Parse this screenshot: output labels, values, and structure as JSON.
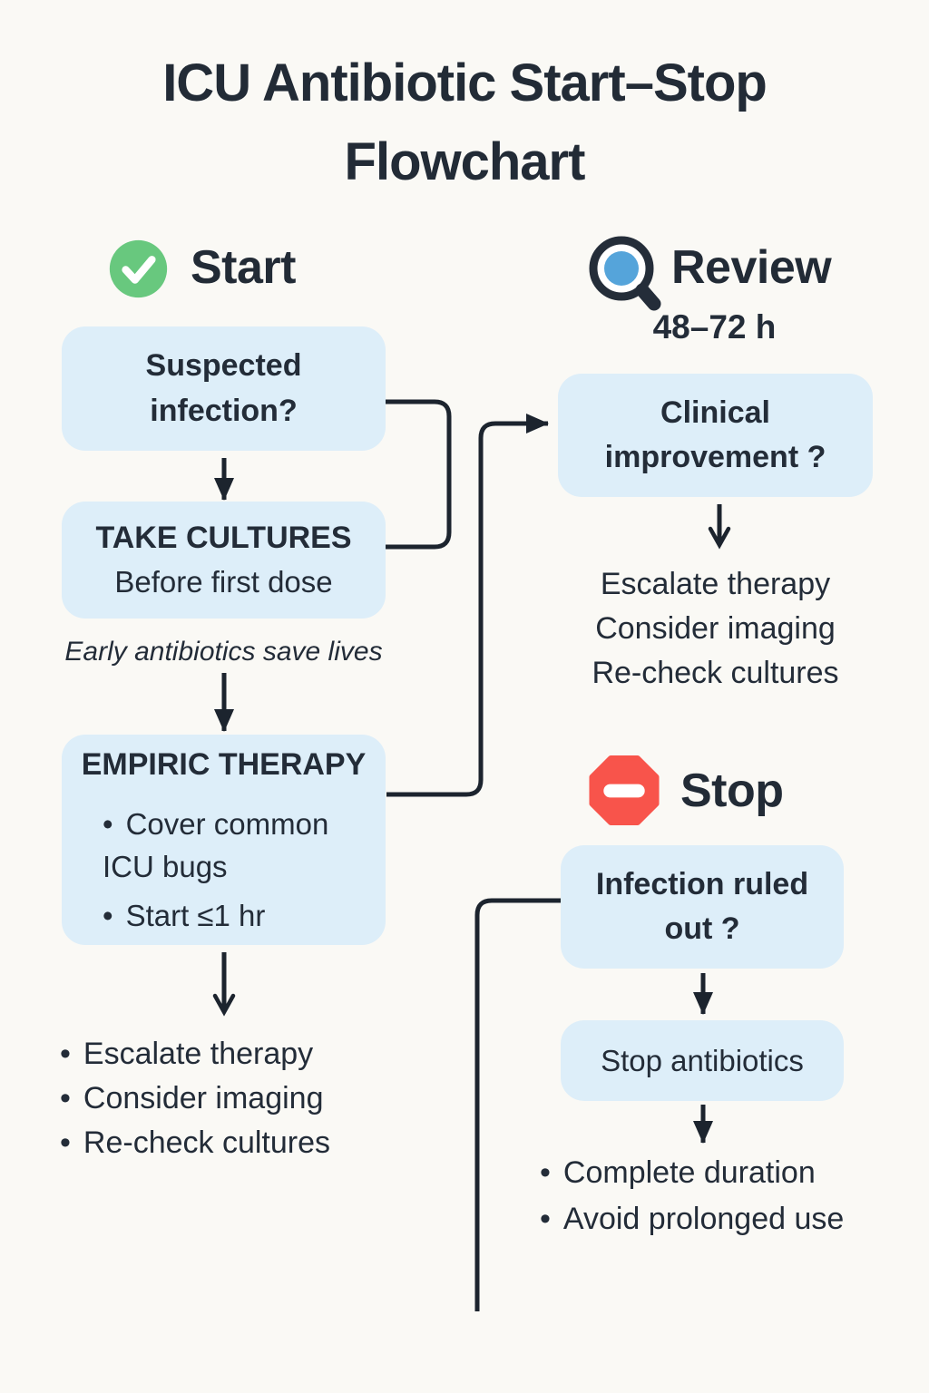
{
  "title": "ICU Antibiotic Start–Stop Flowchart",
  "colors": {
    "background": "#faf9f5",
    "box_fill": "#ddeef9",
    "text": "#232c38",
    "line": "#1c242e",
    "accent_green": "#68c87e",
    "accent_blue": "#55a4da",
    "accent_red": "#f8544b"
  },
  "sections": {
    "start": {
      "heading": "Start",
      "icon": "check-circle-icon"
    },
    "review": {
      "heading": "Review",
      "icon": "magnifier-icon",
      "timeframe": "48–72 h"
    },
    "stop": {
      "heading": "Stop",
      "icon": "stop-octagon-icon"
    }
  },
  "nodes": {
    "suspected_infection": {
      "text": "Suspected infection?"
    },
    "take_cultures": {
      "title": "TAKE CULTURES",
      "subtitle": "Before first dose"
    },
    "early_note": {
      "text": "Early antibiotics save lives"
    },
    "empiric_therapy": {
      "title": "EMPIRIC THERAPY",
      "bullets": [
        "Cover common ICU bugs",
        "Start ≤1 hr"
      ]
    },
    "empiric_outcomes": {
      "items": [
        "Escalate therapy",
        "Consider imaging",
        "Re-check cultures"
      ]
    },
    "clinical_improvement": {
      "text": "Clinical improvement ?"
    },
    "review_outcomes": {
      "items": [
        "Escalate therapy",
        "Consider imaging",
        "Re-check cultures"
      ]
    },
    "infection_ruled_out": {
      "text": "Infection ruled out ?"
    },
    "stop_antibiotics": {
      "text": "Stop antibiotics"
    },
    "stop_outcomes": {
      "items": [
        "Complete duration",
        "Avoid prolonged use"
      ]
    }
  }
}
